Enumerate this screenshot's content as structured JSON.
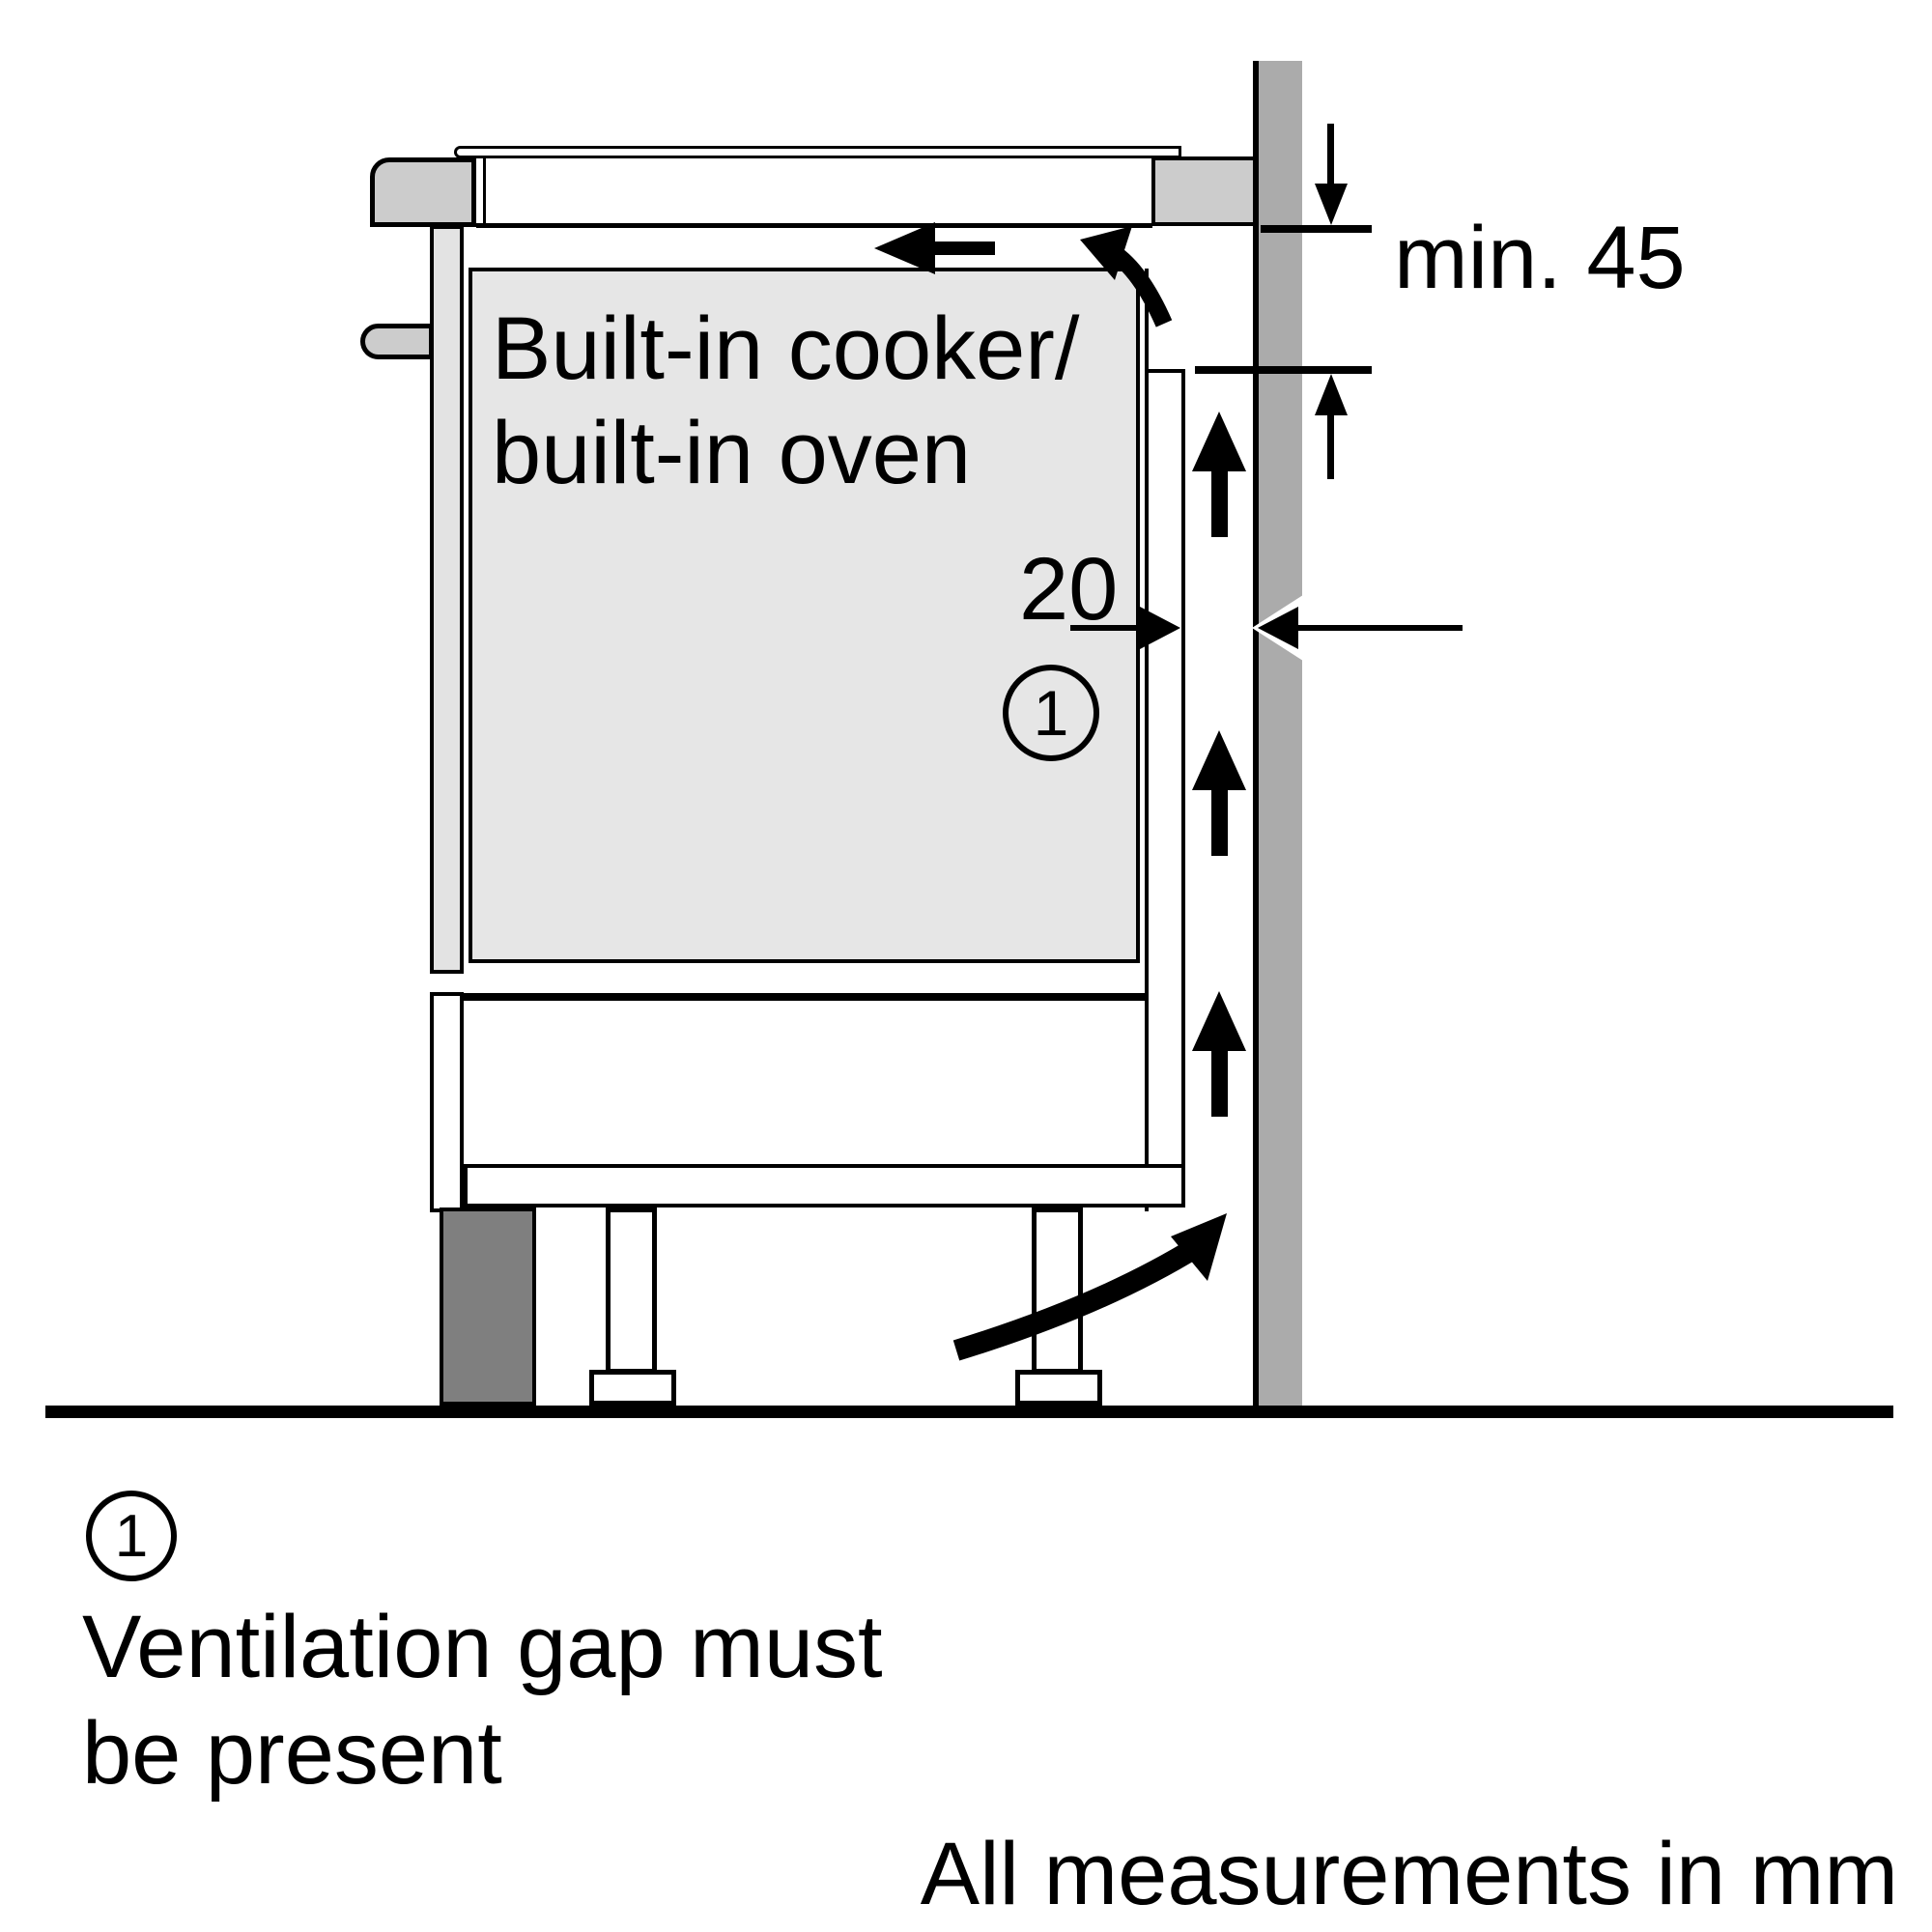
{
  "diagram": {
    "appliance": {
      "label_line1": "Built-in cooker/",
      "label_line2": "built-in oven"
    },
    "dimensions": {
      "top_clearance_label": "min. 45",
      "gap_label": "20"
    },
    "callout": {
      "number": "1"
    },
    "footnote": {
      "number": "1",
      "line1": "Ventilation gap must",
      "line2": "be present"
    },
    "units_note": "All measurements in mm"
  },
  "icons": {
    "airflow-up-arrow": "▲",
    "airflow-left-arrow": "◀",
    "airflow-curved-arrow": "⤴",
    "dimension-down-arrow": "▼",
    "dimension-up-arrow": "▲",
    "dimension-right-arrow": "▶",
    "dimension-left-arrow": "◀"
  },
  "colors": {
    "wall": "#ABABAB",
    "appliance_fill": "#E6E6E6",
    "panel_fill": "#E3E3E3",
    "trim_fill": "#CCCCCC",
    "plinth_fill": "#7F7F7F",
    "line": "#000000",
    "background": "#FFFFFF"
  }
}
